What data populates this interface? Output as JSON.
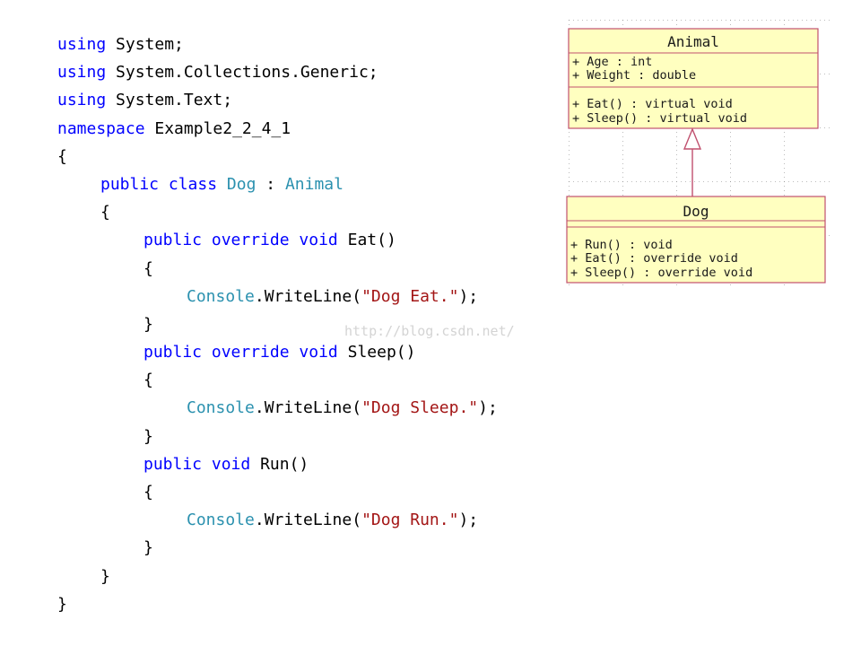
{
  "code": {
    "lines": [
      [
        {
          "t": "using",
          "c": "kw"
        },
        {
          "t": " System;",
          "c": "pl"
        }
      ],
      [
        {
          "t": "using",
          "c": "kw"
        },
        {
          "t": " System.Collections.Generic;",
          "c": "pl"
        }
      ],
      [
        {
          "t": "using",
          "c": "kw"
        },
        {
          "t": " System.Text;",
          "c": "pl"
        }
      ],
      [
        {
          "t": "namespace",
          "c": "kw"
        },
        {
          "t": " Example2_2_4_1",
          "c": "pl"
        }
      ],
      [
        {
          "t": "{",
          "c": "pl"
        }
      ],
      [
        {
          "t": "public",
          "c": "kw"
        },
        {
          "t": " ",
          "c": "pl"
        },
        {
          "t": "class",
          "c": "kw"
        },
        {
          "t": " ",
          "c": "pl"
        },
        {
          "t": "Dog",
          "c": "ty"
        },
        {
          "t": " : ",
          "c": "pl"
        },
        {
          "t": "Animal",
          "c": "ty"
        }
      ],
      [
        {
          "t": "{",
          "c": "pl"
        }
      ],
      [
        {
          "t": "public",
          "c": "kw"
        },
        {
          "t": " ",
          "c": "pl"
        },
        {
          "t": "override",
          "c": "kw"
        },
        {
          "t": " ",
          "c": "pl"
        },
        {
          "t": "void",
          "c": "kw"
        },
        {
          "t": " Eat()",
          "c": "pl"
        }
      ],
      [
        {
          "t": "{",
          "c": "pl"
        }
      ],
      [
        {
          "t": "Console",
          "c": "ty"
        },
        {
          "t": ".WriteLine(",
          "c": "pl"
        },
        {
          "t": "\"Dog Eat.\"",
          "c": "str"
        },
        {
          "t": ");",
          "c": "pl"
        }
      ],
      [
        {
          "t": "}",
          "c": "pl"
        }
      ],
      [
        {
          "t": "public",
          "c": "kw"
        },
        {
          "t": " ",
          "c": "pl"
        },
        {
          "t": "override",
          "c": "kw"
        },
        {
          "t": " ",
          "c": "pl"
        },
        {
          "t": "void",
          "c": "kw"
        },
        {
          "t": " Sleep()",
          "c": "pl"
        }
      ],
      [
        {
          "t": "{",
          "c": "pl"
        }
      ],
      [
        {
          "t": "Console",
          "c": "ty"
        },
        {
          "t": ".WriteLine(",
          "c": "pl"
        },
        {
          "t": "\"Dog Sleep.\"",
          "c": "str"
        },
        {
          "t": ");",
          "c": "pl"
        }
      ],
      [
        {
          "t": "}",
          "c": "pl"
        }
      ],
      [
        {
          "t": "public",
          "c": "kw"
        },
        {
          "t": " ",
          "c": "pl"
        },
        {
          "t": "void",
          "c": "kw"
        },
        {
          "t": " Run()",
          "c": "pl"
        }
      ],
      [
        {
          "t": "{",
          "c": "pl"
        }
      ],
      [
        {
          "t": "Console",
          "c": "ty"
        },
        {
          "t": ".WriteLine(",
          "c": "pl"
        },
        {
          "t": "\"Dog Run.\"",
          "c": "str"
        },
        {
          "t": ");",
          "c": "pl"
        }
      ],
      [
        {
          "t": "}",
          "c": "pl"
        }
      ],
      [
        {
          "t": "}",
          "c": "pl"
        }
      ],
      [
        {
          "t": "}",
          "c": "pl"
        }
      ]
    ],
    "indents": [
      0,
      0,
      0,
      0,
      0,
      1,
      1,
      2,
      2,
      3,
      2,
      2,
      2,
      3,
      2,
      2,
      2,
      3,
      2,
      1,
      0
    ],
    "colors": {
      "kw": "#0000ff",
      "ty": "#2b91af",
      "str": "#a31515",
      "pl": "#000000"
    }
  },
  "watermark": "http://blog.csdn.net/",
  "uml": {
    "box_fill": "#ffffc0",
    "box_border": "#c0506e",
    "animal": {
      "name": "Animal",
      "attributes": [
        "+ Age : int",
        "+ Weight : double"
      ],
      "operations": [
        "+ Eat() : virtual void",
        "+ Sleep() : virtual void"
      ]
    },
    "dog": {
      "name": "Dog",
      "attributes": [],
      "operations": [
        "+ Run() : void",
        "+ Eat() : override void",
        "+ Sleep() : override void"
      ]
    }
  }
}
